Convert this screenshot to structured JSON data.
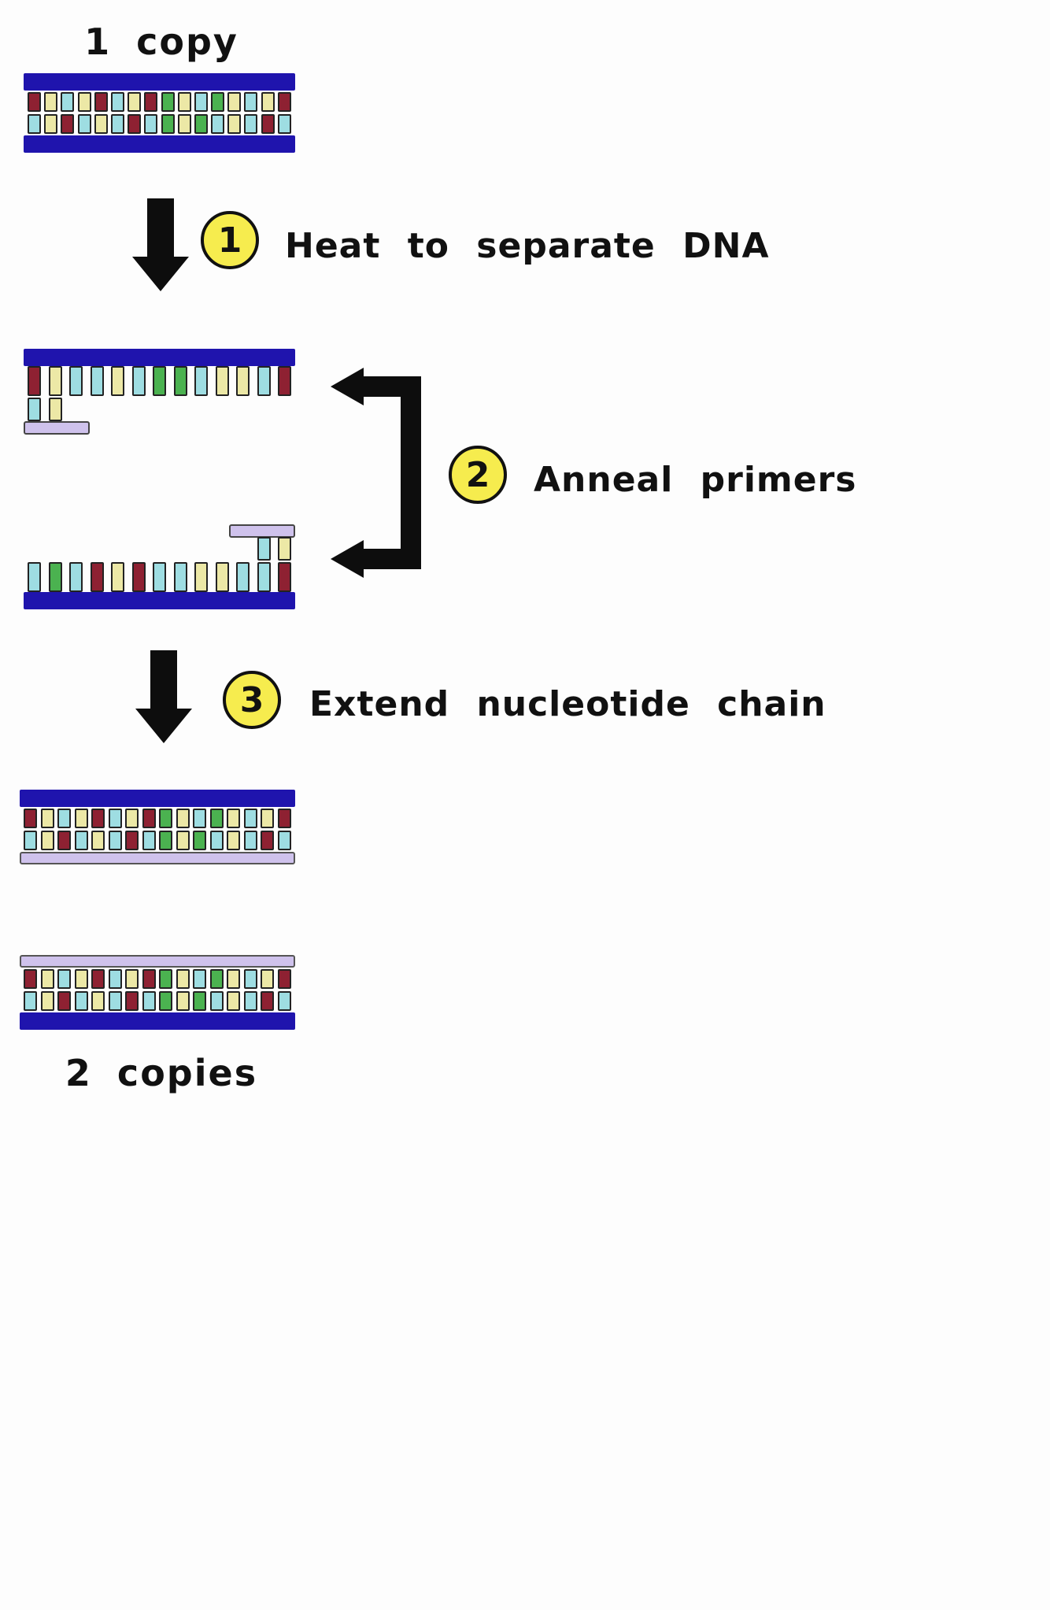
{
  "palette": {
    "backbone_navy": "#1f14ad",
    "primer_lavender": "#cfc2ec",
    "circle_yellow": "#f6ec4e",
    "arrow_black": "#0d0d0d",
    "text_black": "#111111",
    "base_colors": {
      "c": "#9edde2",
      "y": "#ece8a6",
      "r": "#8e2132",
      "g": "#4bb250"
    }
  },
  "labels": {
    "start_count": "1 copy",
    "end_count": "2 copies"
  },
  "steps": [
    {
      "number": "1",
      "caption": "Heat to separate DNA"
    },
    {
      "number": "2",
      "caption": "Anneal primers"
    },
    {
      "number": "3",
      "caption": "Extend nucleotide chain"
    }
  ],
  "sequences": {
    "duplex_original": [
      "rc",
      "yy",
      "cr",
      "yc",
      "ry",
      "cc",
      "yr",
      "rc",
      "gg",
      "yy",
      "cg",
      "gc",
      "yy",
      "cc",
      "yr",
      "rc"
    ],
    "duplex_copy1": [
      "rc",
      "yy",
      "cr",
      "yc",
      "ry",
      "cc",
      "yr",
      "rc",
      "gg",
      "yy",
      "cg",
      "gc",
      "yy",
      "cc",
      "yr",
      "rc"
    ],
    "duplex_copy2": [
      "rc",
      "yy",
      "cr",
      "yc",
      "ry",
      "cc",
      "yr",
      "rc",
      "gg",
      "yy",
      "cg",
      "gc",
      "yy",
      "cc",
      "yr",
      "rc"
    ],
    "strand_top": {
      "bases": [
        "r",
        "y",
        "c",
        "c",
        "y",
        "c",
        "g",
        "g",
        "c",
        "y",
        "y",
        "c",
        "r"
      ],
      "pair_extra": [
        "c",
        "y"
      ],
      "primer_side": "left"
    },
    "strand_bottom": {
      "bases": [
        "c",
        "g",
        "c",
        "r",
        "y",
        "r",
        "c",
        "c",
        "y",
        "y",
        "c",
        "c",
        "r"
      ],
      "pair_extra": [
        "c",
        "y"
      ],
      "primer_side": "right"
    }
  }
}
